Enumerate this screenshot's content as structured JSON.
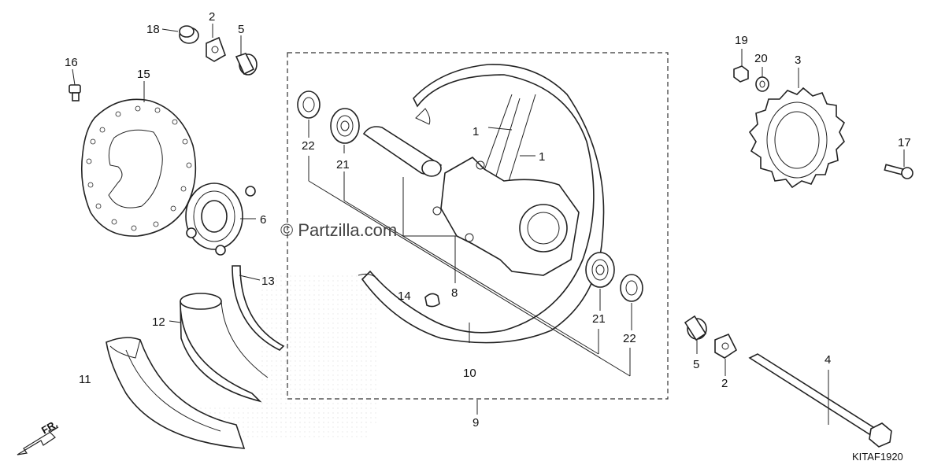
{
  "watermark": "© Partzilla.com",
  "diagram_code": "KITAF1920",
  "front_marker": "FR.",
  "callouts": {
    "c1a": "1",
    "c1b": "1",
    "c2a": "2",
    "c2b": "2",
    "c3": "3",
    "c4": "4",
    "c5a": "5",
    "c5b": "5",
    "c6": "6",
    "c8": "8",
    "c9": "9",
    "c10": "10",
    "c11": "11",
    "c12": "12",
    "c13": "13",
    "c14": "14",
    "c15": "15",
    "c16": "16",
    "c17": "17",
    "c18": "18",
    "c19": "19",
    "c20": "20",
    "c21a": "21",
    "c21b": "21",
    "c22a": "22",
    "c22b": "22"
  }
}
